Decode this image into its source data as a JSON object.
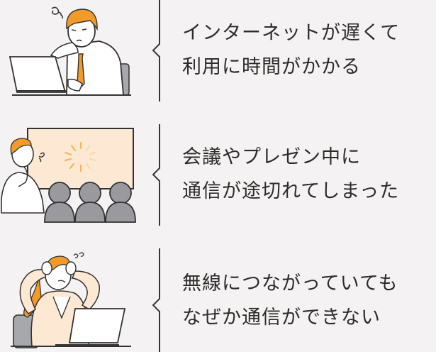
{
  "items": [
    {
      "illustration": "man-frustrated-at-laptop",
      "lines": [
        "インターネットが遅くて",
        "利用に時間がかかる"
      ]
    },
    {
      "illustration": "presenter-with-frozen-screen",
      "lines": [
        "会議やプレゼン中に",
        "通信が途切れてしまった"
      ]
    },
    {
      "illustration": "woman-holding-head-at-laptop",
      "lines": [
        "無線につながっていても",
        "なぜか通信ができない"
      ]
    }
  ],
  "colors": {
    "background": "#f4f2f2",
    "text": "#2f2b2b",
    "accent_orange": "#f39a2b",
    "screen_peach": "#fde9d3",
    "audience_gray": "#9a9a9e"
  }
}
